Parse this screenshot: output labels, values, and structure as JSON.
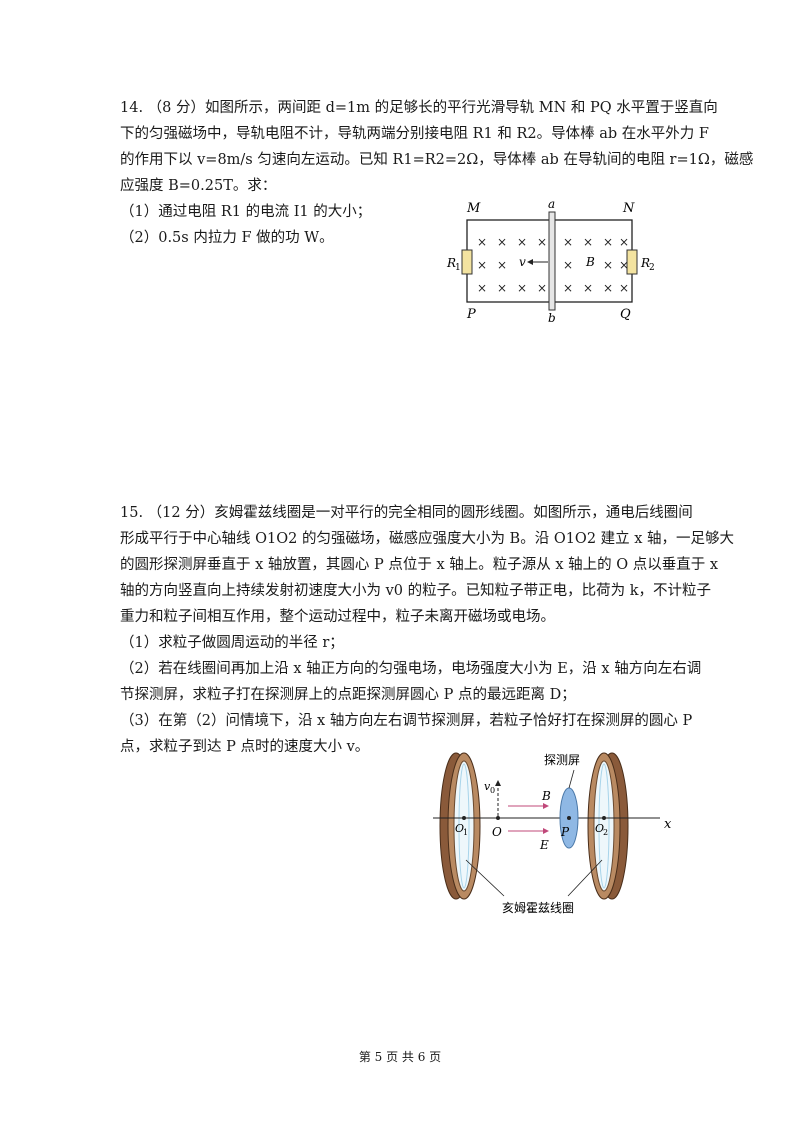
{
  "q14": {
    "lines": [
      "14. （8 分）如图所示，两间距 d=1m 的足够长的平行光滑导轨 MN 和 PQ 水平置于竖直向",
      "下的匀强磁场中，导轨电阻不计，导轨两端分别接电阻 R1 和 R2。导体棒 ab 在水平外力 F",
      "的作用下以 v=8m/s 匀速向左运动。已知 R1=R2=2Ω，导体棒 ab 在导轨间的电阻 r=1Ω，磁感",
      "应强度 B=0.25T。求："
    ],
    "sub1": "（1）通过电阻 R1 的电流 I1 的大小；",
    "sub2": "（2）0.5s 内拉力 F 做的功 W。",
    "figure": {
      "M": "M",
      "N": "N",
      "P": "P",
      "Q": "Q",
      "a": "a",
      "b": "b",
      "R1": "R",
      "R1_sub": "1",
      "R2": "R",
      "R2_sub": "2",
      "v": "v",
      "B": "B",
      "cross": "×"
    }
  },
  "q15": {
    "lines": [
      "15. （12 分）亥姆霍兹线圈是一对平行的完全相同的圆形线圈。如图所示，通电后线圈间",
      "形成平行于中心轴线 O1O2 的匀强磁场，磁感应强度大小为 B。沿 O1O2 建立 x 轴，一足够大",
      "的圆形探测屏垂直于 x 轴放置，其圆心 P 点位于 x 轴上。粒子源从 x 轴上的 O 点以垂直于 x",
      "轴的方向竖直向上持续发射初速度大小为 v0 的粒子。已知粒子带正电，比荷为 k，不计粒子",
      "重力和粒子间相互作用，整个运动过程中，粒子未离开磁场或电场。"
    ],
    "sub1": "（1）求粒子做圆周运动的半径 r；",
    "sub2": [
      "（2）若在线圈间再加上沿 x 轴正方向的匀强电场，电场强度大小为 E，沿 x 轴方向左右调",
      "节探测屏，求粒子打在探测屏上的点距探测屏圆心 P 点的最远距离 D；"
    ],
    "sub3": [
      "（3）在第（2）问情境下，沿 x 轴方向左右调节探测屏，若粒子恰好打在探测屏的圆心 P",
      "点，求粒子到达 P 点时的速度大小 v。"
    ],
    "figure": {
      "screen_label": "探测屏",
      "coil_label": "亥姆霍兹线圈",
      "B": "B",
      "E": "E",
      "P": "P",
      "O": "O",
      "x": "x",
      "v0": "v",
      "v0_sub": "0",
      "O1": "O",
      "O1_sub": "1",
      "O2": "O",
      "O2_sub": "2"
    }
  },
  "footer": "第 5 页 共 6 页"
}
